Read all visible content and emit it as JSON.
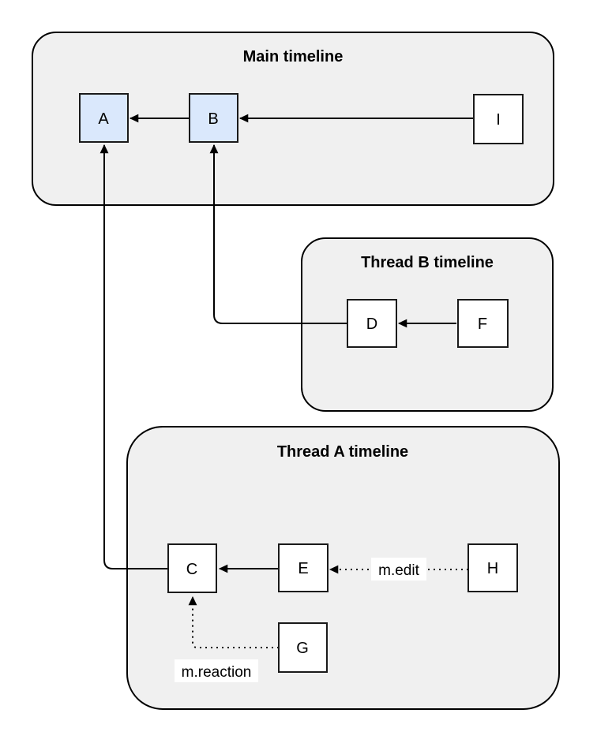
{
  "diagram": {
    "containers": [
      {
        "id": "main",
        "title": "Main timeline"
      },
      {
        "id": "thread_b",
        "title": "Thread B timeline"
      },
      {
        "id": "thread_a",
        "title": "Thread A timeline"
      }
    ],
    "nodes": {
      "a": {
        "label": "A",
        "highlighted": true
      },
      "b": {
        "label": "B",
        "highlighted": true
      },
      "i": {
        "label": "I",
        "highlighted": false
      },
      "d": {
        "label": "D",
        "highlighted": false
      },
      "f": {
        "label": "F",
        "highlighted": false
      },
      "c": {
        "label": "C",
        "highlighted": false
      },
      "e": {
        "label": "E",
        "highlighted": false
      },
      "h": {
        "label": "H",
        "highlighted": false
      },
      "g": {
        "label": "G",
        "highlighted": false
      }
    },
    "edges": [
      {
        "from": "B",
        "to": "A",
        "style": "solid"
      },
      {
        "from": "I",
        "to": "B",
        "style": "solid"
      },
      {
        "from": "F",
        "to": "D",
        "style": "solid"
      },
      {
        "from": "D",
        "to": "B",
        "style": "solid"
      },
      {
        "from": "E",
        "to": "C",
        "style": "solid"
      },
      {
        "from": "C",
        "to": "A",
        "style": "solid"
      },
      {
        "from": "H",
        "to": "E",
        "style": "dotted",
        "label": "m.edit"
      },
      {
        "from": "G",
        "to": "C",
        "style": "dotted",
        "label": "m.reaction"
      }
    ],
    "edge_labels": {
      "edit": "m.edit",
      "reaction": "m.reaction"
    },
    "colors": {
      "node_highlight": "#dae8fc",
      "node_default": "#ffffff",
      "container_fill": "#f0f0f0",
      "stroke": "#000000",
      "label_bg": "#ffffff"
    }
  }
}
